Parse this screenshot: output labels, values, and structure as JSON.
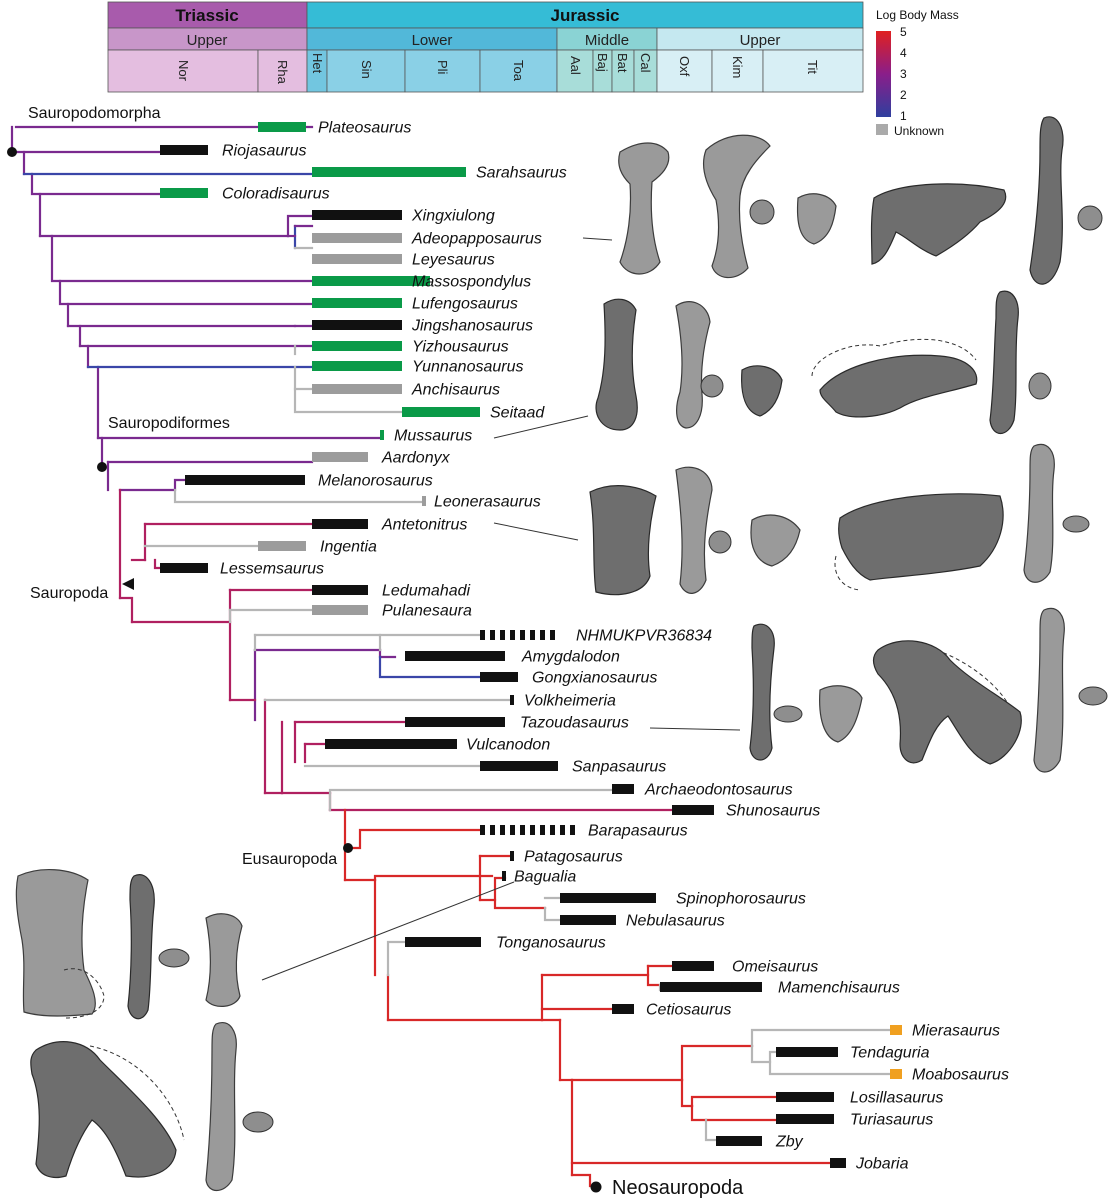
{
  "timescale": {
    "periods": [
      {
        "name": "Triassic",
        "color": "#a85bac"
      },
      {
        "name": "Jurassic",
        "color": "#35bcd6"
      }
    ],
    "epochs": [
      {
        "name": "Upper",
        "color": "#c896c9"
      },
      {
        "name": "Lower",
        "color": "#52b8d9"
      },
      {
        "name": "Middle",
        "color": "#8ad3d4"
      },
      {
        "name": "Upper",
        "color": "#c5e8f0"
      }
    ],
    "stages": [
      {
        "name": "Nor",
        "color": "#e4bee0"
      },
      {
        "name": "Rha",
        "color": "#e4bee0"
      },
      {
        "name": "Het",
        "color": "#72c6e0"
      },
      {
        "name": "Sin",
        "color": "#8ad0e6"
      },
      {
        "name": "Pli",
        "color": "#8ad0e6"
      },
      {
        "name": "Toa",
        "color": "#8ad0e6"
      },
      {
        "name": "Aal",
        "color": "#a8ddd9"
      },
      {
        "name": "Baj",
        "color": "#a8ddd9"
      },
      {
        "name": "Bat",
        "color": "#a8ddd9"
      },
      {
        "name": "Cal",
        "color": "#a8ddd9"
      },
      {
        "name": "Oxf",
        "color": "#d8eff5"
      },
      {
        "name": "Kim",
        "color": "#d8eff5"
      },
      {
        "name": "Tit",
        "color": "#d8eff5"
      }
    ]
  },
  "legend": {
    "title": "Log Body Mass",
    "ticks": [
      "5",
      "4",
      "3",
      "2",
      "1"
    ],
    "unknown_label": "Unknown",
    "colors": {
      "high": "#e02020",
      "mid": "#8a1e8a",
      "low": "#2f3f9e",
      "unknown": "#aaaaaa"
    }
  },
  "range_colors": {
    "black": "#111111",
    "green": "#0a9a48",
    "grey": "#9c9c9c",
    "orange": "#f0a020"
  },
  "clades": [
    {
      "name": "Sauropodomorpha"
    },
    {
      "name": "Sauropodiformes"
    },
    {
      "name": "Sauropoda"
    },
    {
      "name": "Eusauropoda"
    },
    {
      "name": "Neosauropoda"
    }
  ],
  "taxa": [
    {
      "name": "Plateosaurus",
      "range": "green"
    },
    {
      "name": "Riojasaurus",
      "range": "black"
    },
    {
      "name": "Sarahsaurus",
      "range": "green"
    },
    {
      "name": "Coloradisaurus",
      "range": "green"
    },
    {
      "name": "Xingxiulong",
      "range": "black"
    },
    {
      "name": "Adeopapposaurus",
      "range": "grey"
    },
    {
      "name": "Leyesaurus",
      "range": "grey"
    },
    {
      "name": "Massospondylus",
      "range": "green"
    },
    {
      "name": "Lufengosaurus",
      "range": "green"
    },
    {
      "name": "Jingshanosaurus",
      "range": "black"
    },
    {
      "name": "Yizhousaurus",
      "range": "green"
    },
    {
      "name": "Yunnanosaurus",
      "range": "green"
    },
    {
      "name": "Anchisaurus",
      "range": "grey"
    },
    {
      "name": "Seitaad",
      "range": "green"
    },
    {
      "name": "Mussaurus",
      "range": "green"
    },
    {
      "name": "Aardonyx",
      "range": "grey"
    },
    {
      "name": "Melanorosaurus",
      "range": "black"
    },
    {
      "name": "Leonerasaurus",
      "range": "grey"
    },
    {
      "name": "Antetonitrus",
      "range": "black"
    },
    {
      "name": "Ingentia",
      "range": "grey"
    },
    {
      "name": "Lessemsaurus",
      "range": "black"
    },
    {
      "name": "Ledumahadi",
      "range": "black"
    },
    {
      "name": "Pulanesaura",
      "range": "grey"
    },
    {
      "name": "NHMUKPVR36834",
      "range": "black",
      "dashed": true
    },
    {
      "name": "Amygdalodon",
      "range": "black"
    },
    {
      "name": "Gongxianosaurus",
      "range": "black"
    },
    {
      "name": "Volkheimeria",
      "range": "black"
    },
    {
      "name": "Tazoudasaurus",
      "range": "black"
    },
    {
      "name": "Vulcanodon",
      "range": "black"
    },
    {
      "name": "Sanpasaurus",
      "range": "black"
    },
    {
      "name": "Archaeodontosaurus",
      "range": "black"
    },
    {
      "name": "Shunosaurus",
      "range": "black"
    },
    {
      "name": "Barapasaurus",
      "range": "black",
      "dashed": true
    },
    {
      "name": "Patagosaurus",
      "range": "black"
    },
    {
      "name": "Bagualia",
      "range": "black"
    },
    {
      "name": "Spinophorosaurus",
      "range": "black"
    },
    {
      "name": "Nebulasaurus",
      "range": "black"
    },
    {
      "name": "Tonganosaurus",
      "range": "black"
    },
    {
      "name": "Omeisaurus",
      "range": "black"
    },
    {
      "name": "Mamenchisaurus",
      "range": "black"
    },
    {
      "name": "Cetiosaurus",
      "range": "black"
    },
    {
      "name": "Mierasaurus",
      "range": "orange"
    },
    {
      "name": "Tendaguria",
      "range": "black"
    },
    {
      "name": "Moabosaurus",
      "range": "orange"
    },
    {
      "name": "Losillasaurus",
      "range": "black"
    },
    {
      "name": "Turiasaurus",
      "range": "black"
    },
    {
      "name": "Zby",
      "range": "black"
    },
    {
      "name": "Jobaria",
      "range": "black"
    }
  ]
}
